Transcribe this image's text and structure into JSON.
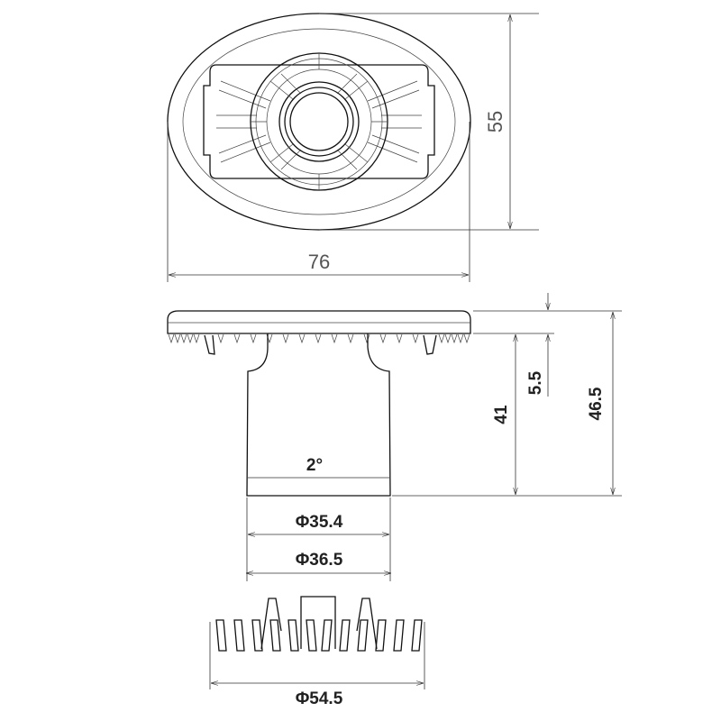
{
  "title": "Technical drawing of oval cap part with stem",
  "dimensions": {
    "top_height": "55",
    "top_width": "76",
    "flange_thickness": "5.5",
    "stem_length": "41",
    "total_height": "46.5",
    "taper_angle": "2°",
    "stem_dia_bottom": "Φ35.4",
    "stem_dia_top": "Φ36.5",
    "fin_dia": "Φ54.5"
  },
  "colors": {
    "line": "#111111",
    "background": "#ffffff"
  }
}
